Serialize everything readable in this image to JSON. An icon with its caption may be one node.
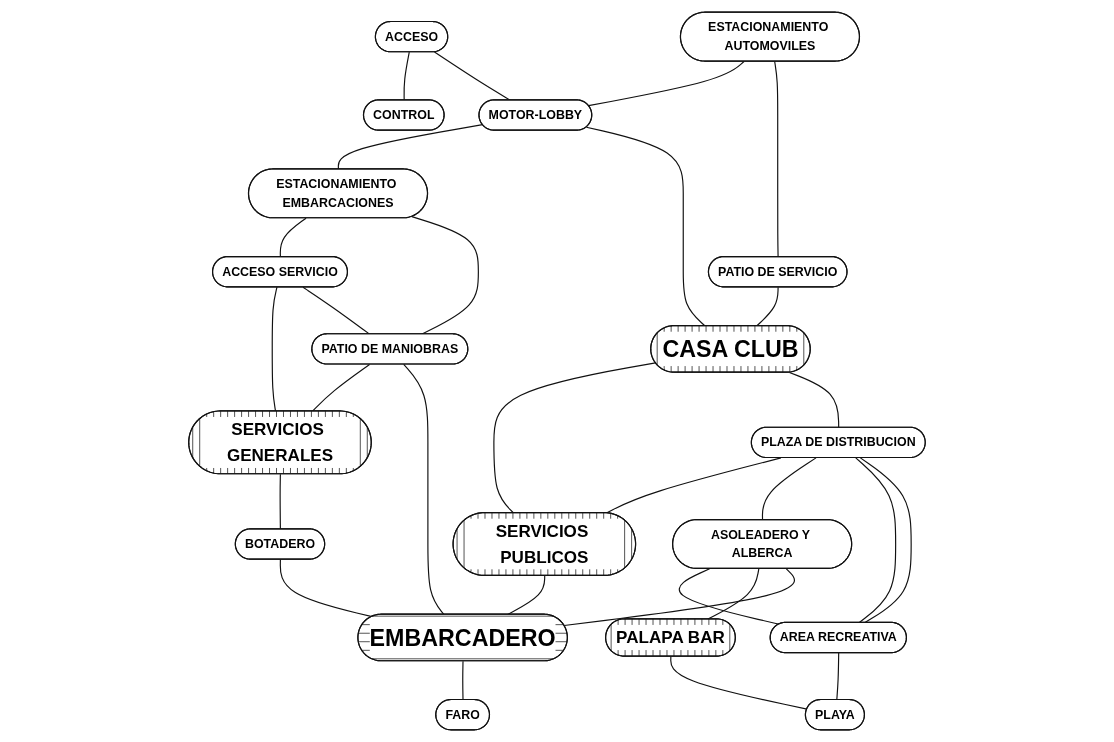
{
  "diagram": {
    "nodes": [
      {
        "text": [
          "CONTROL"
        ]
      },
      {
        "text": [
          "ACCESO"
        ]
      },
      {
        "text": [
          "ACCESO SERVICIO"
        ]
      },
      {
        "text": [
          "ESTACIONAMIENTO AUTOMOVILES"
        ]
      },
      {
        "text": [
          "MOTOR-LOBBY"
        ]
      },
      {
        "text": [
          "ESTACIONAMIENTO EMBARCACIONES"
        ]
      },
      {
        "text": [
          "SERVICIOS GENERALES"
        ]
      },
      {
        "text": [
          "PATIO DE SERVICIO"
        ]
      },
      {
        "text": [
          "CASA CLUB"
        ]
      },
      {
        "text": [
          "PATIO DE MANIOBRAS"
        ]
      },
      {
        "text": [
          "SERVICIOS PUBLICOS"
        ]
      },
      {
        "text": [
          "BOTADERO"
        ]
      },
      {
        "text": [
          "PLAZA DE DISTRIBUCION"
        ]
      },
      {
        "text": [
          "ASOLEADERO Y ALBERCA"
        ]
      },
      {
        "text": [
          "AREA RECREATIVA"
        ]
      },
      {
        "text": [
          "EMBARCADERO"
        ]
      },
      {
        "text": [
          "PALAPA BAR"
        ]
      },
      {
        "text": [
          "PLAYA"
        ]
      },
      {
        "text": [
          "FARO"
        ]
      }
    ],
    "edges": [
      {
        "from": 1,
        "to": 0,
        "arrow": "none"
      },
      {
        "from": 1,
        "to": 4,
        "arrow": "none"
      },
      {
        "from": 3,
        "to": 4,
        "arrow": "none"
      },
      {
        "from": 4,
        "to": 5,
        "arrow": "none"
      },
      {
        "from": 2,
        "to": 6,
        "arrow": "none"
      },
      {
        "from": 3,
        "to": 7,
        "arrow": "none"
      },
      {
        "from": 4,
        "to": 8,
        "arrow": "none"
      },
      {
        "from": 7,
        "to": 8,
        "arrow": "none"
      },
      {
        "from": 5,
        "to": 2,
        "arrow": "none"
      },
      {
        "from": 2,
        "to": 9,
        "arrow": "none"
      },
      {
        "from": 5,
        "to": 9,
        "arrow": "none"
      },
      {
        "from": 9,
        "to": 6,
        "arrow": "none"
      },
      {
        "from": 6,
        "to": 11,
        "arrow": "none"
      },
      {
        "from": 8,
        "to": 10,
        "arrow": "none"
      },
      {
        "from": 9,
        "to": 15,
        "arrow": "none"
      },
      {
        "from": 10,
        "to": 15,
        "arrow": "none"
      },
      {
        "from": 11,
        "to": 15,
        "arrow": "none"
      },
      {
        "from": 8,
        "to": 12,
        "arrow": "none"
      },
      {
        "from": 12,
        "to": 10,
        "arrow": "none"
      },
      {
        "from": 12,
        "to": 13,
        "arrow": "none"
      },
      {
        "from": 12,
        "to": 14,
        "arrow": "none"
      },
      {
        "from": 12,
        "to": 14,
        "arrow": "none"
      },
      {
        "from": 13,
        "to": 14,
        "arrow": "none"
      },
      {
        "from": 13,
        "to": 16,
        "arrow": "none"
      },
      {
        "from": 13,
        "to": 15,
        "arrow": "none"
      },
      {
        "from": 16,
        "to": 17,
        "arrow": "none"
      },
      {
        "from": 14,
        "to": 17,
        "arrow": "none"
      },
      {
        "from": 15,
        "to": 18,
        "arrow": "none"
      }
    ]
  }
}
